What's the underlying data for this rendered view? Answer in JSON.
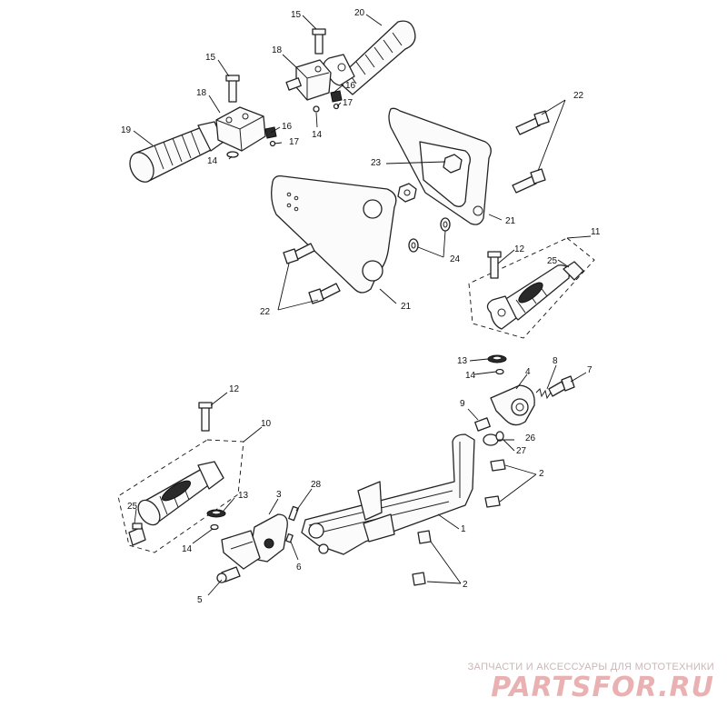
{
  "diagram": {
    "labels": {
      "p1": "1",
      "p2a": "2",
      "p2b": "2",
      "p3": "3",
      "p4": "4",
      "p5": "5",
      "p6": "6",
      "p7": "7",
      "p8": "8",
      "p9": "9",
      "p10": "10",
      "p11": "11",
      "p12a": "12",
      "p12b": "12",
      "p13a": "13",
      "p13b": "13",
      "p14a": "14",
      "p14b": "14",
      "p14c": "14",
      "p14d": "14",
      "p15a": "15",
      "p15b": "15",
      "p16a": "16",
      "p16b": "16",
      "p17a": "17",
      "p17b": "17",
      "p18a": "18",
      "p18b": "18",
      "p19": "19",
      "p20": "20",
      "p21a": "21",
      "p21b": "21",
      "p22a": "22",
      "p22b": "22",
      "p23": "23",
      "p24": "24",
      "p25a": "25",
      "p25b": "25",
      "p26": "26",
      "p27": "27",
      "p28": "28"
    }
  },
  "watermark": {
    "tagline": "ЗАПЧАСТИ И АКСЕССУАРЫ ДЛЯ МОТОТЕХНИКИ",
    "logo": "PARTSFOR.RU",
    "logo_color": "#e9b1b1",
    "tagline_color": "#c9b7b7"
  }
}
